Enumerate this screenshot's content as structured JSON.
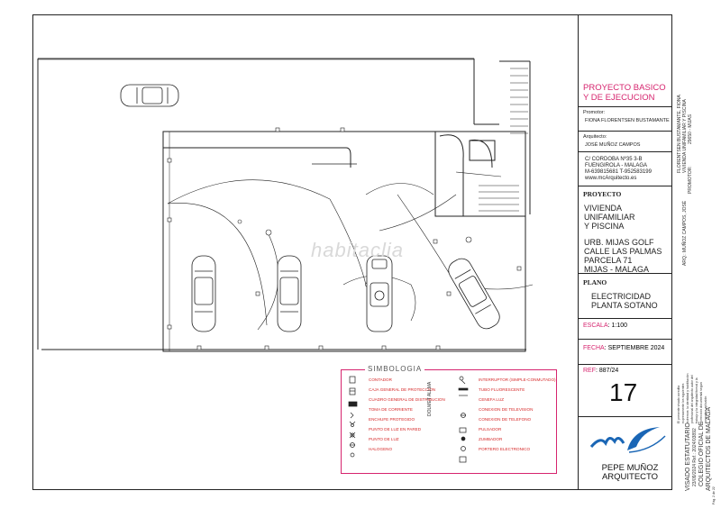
{
  "project": {
    "title_line1": "PROYECTO BASICO",
    "title_line2": "Y DE EJECUCION",
    "promotor_label": "Promotor:",
    "promotor": "FIONA FLORENTSEN BUSTAMANTE",
    "arquitecto_label": "Arquitecto:",
    "arquitecto": "JOSÉ MUÑOZ CAMPOS",
    "address_1": "C/ CORDOBA Nº35 3-B",
    "address_2": "FUENGIROLA - MALAGA",
    "address_3": "M-639815681 T-952583199",
    "address_4": "www.mcArquitecto.es"
  },
  "proyecto": {
    "heading": "PROYECTO",
    "line1": "VIVIENDA",
    "line2": "UNIFAMILIAR",
    "line3": "Y PISCINA",
    "loc1": "URB. MIJAS GOLF",
    "loc2": "CALLE LAS PALMAS",
    "loc3": "PARCELA 71",
    "loc4": "MIJAS - MALAGA"
  },
  "plano": {
    "heading": "PLANO",
    "line1": "ELECTRICIDAD",
    "line2": "PLANTA SOTANO"
  },
  "escala": {
    "label": "ESCALA",
    "value": ": 1:100"
  },
  "fecha": {
    "label": "FECHA",
    "value": ": SEPTIEMBRE 2024"
  },
  "ref": {
    "label": "REF",
    "value": ": 887/24",
    "number": "17"
  },
  "logo": {
    "monogram": "mc",
    "name1": "PEPE MUÑOZ",
    "name2": "ARQUITECTO"
  },
  "watermark": "habitaclia",
  "legend": {
    "title": "SIMBOLOGIA",
    "left_items": [
      "CONTADOR",
      "CAJA GENERAL DE PROTECCION",
      "CUADRO GENERAL DE DISTRIBUCION",
      "TOMA DE CORRIENTE",
      "ENCHUFE PROTEGIDO",
      "PUNTO DE LUZ EN PARED",
      "PUNTO DE LUZ",
      "HALOGENO"
    ],
    "right_items": [
      "INTERRUPTOR (SIMPLE-CONMUTADO)",
      "TUBO FLUORESCENTE",
      "CENEFA LUZ",
      "CONEXION DE TELEVISION",
      "CONEXION DE TELEFONO",
      "PULSADOR",
      "ZUMBADOR",
      "PORTERO ELECTRONICO"
    ],
    "vertical_label": "DOLMET ALLMA"
  },
  "strip": {
    "promotor": "PROMOTOR:",
    "promotor_detail": "FLORENTSEN BUSTAMANTE, FIONA",
    "project_detail": "VIVIENDA UNIFAMILIAR Y PISCINA",
    "ref_detail": "29650 - MIJAS",
    "arq": "ARQ.: MUÑOZ CAMPOS, JOSÉ",
    "visado": "VISADO ESTATUTARIO",
    "visado_date": "23/09/2024  Ref.: 2024/03892",
    "colegio1": "COLEGIO OFICIAL DE",
    "colegio2": "ARQUITECTOS DE MALAGA",
    "note": "El presente visado acredita expresamente los siguientes extremos: la identidad y habilitación profesional del arquitecto autor del trabajo y la integridad formal y la corrección documental según normativa aplicable.",
    "page": "Pág. 2 de 22"
  },
  "colors": {
    "accent": "#d6246e",
    "legend_text": "#d62828",
    "logo_blue": "#1a66b5"
  }
}
